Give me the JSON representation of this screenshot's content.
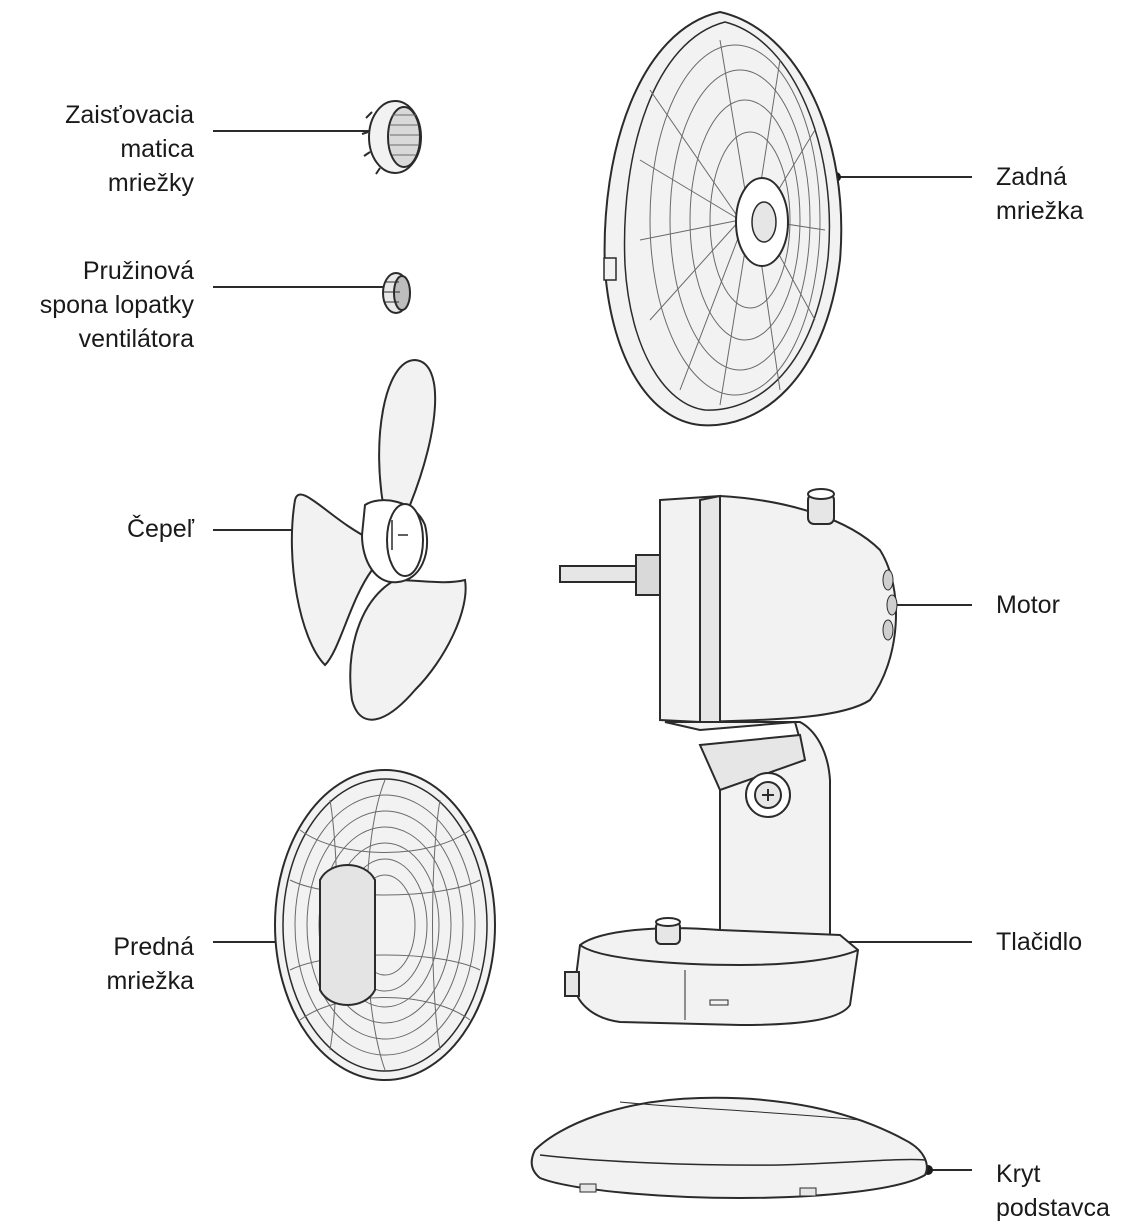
{
  "labels": {
    "grille_nut": [
      "Zaisťovacia",
      "matica",
      "mriežky"
    ],
    "spring_clip": [
      "Pružinová",
      "spona lopatky",
      "ventilátora"
    ],
    "blade": [
      "Čepeľ"
    ],
    "front_grille": [
      "Predná",
      "mriežka"
    ],
    "rear_grille": [
      "Zadná",
      "mriežka"
    ],
    "motor": [
      "Motor"
    ],
    "button": [
      "Tlačidlo"
    ],
    "base_cover": [
      "Kryt",
      "podstavca"
    ]
  },
  "colors": {
    "stroke": "#2b2b2b",
    "fill": "#f2f2f2",
    "mesh": "#5a5a5a",
    "text": "#1a1a1a"
  }
}
